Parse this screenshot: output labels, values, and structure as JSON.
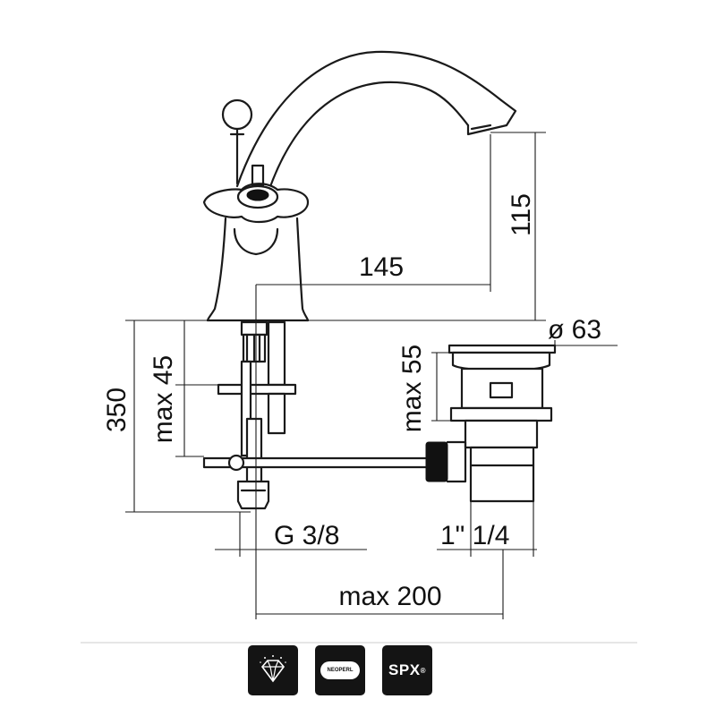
{
  "dimensions": {
    "spout_height": "115",
    "spout_reach": "145",
    "outlet_diameter": "ø 63",
    "total_height": "350",
    "deck_thickness": "max 45",
    "waste_thickness": "max 55",
    "thread_connection": "G 3/8",
    "waste_connection": "1\" 1/4",
    "max_distance": "max 200"
  },
  "footer_badges": [
    {
      "name": "diamond-badge",
      "label": ""
    },
    {
      "name": "neoperl-badge",
      "label": "NEOPERL"
    },
    {
      "name": "spx-badge",
      "label": "SPX",
      "mark": "®"
    }
  ]
}
